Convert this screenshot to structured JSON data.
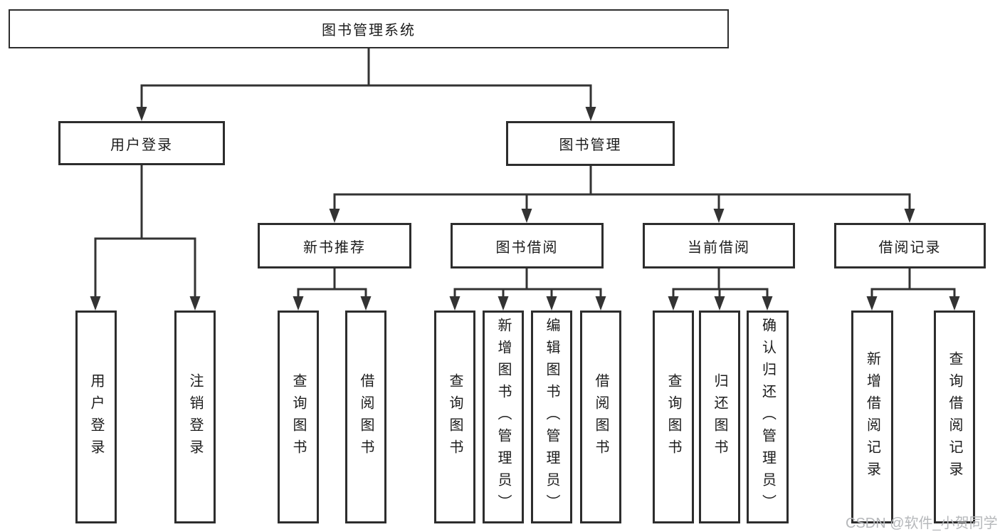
{
  "diagram": {
    "root": "图书管理系统",
    "branches": [
      {
        "label": "用户登录",
        "children": [
          "用户登录",
          "注销登录"
        ]
      },
      {
        "label": "图书管理",
        "groups": [
          {
            "label": "新书推荐",
            "children": [
              "查询图书",
              "借阅图书"
            ]
          },
          {
            "label": "图书借阅",
            "children": [
              "查询图书",
              "新增图书（管理员）",
              "编辑图书（管理员）",
              "借阅图书"
            ]
          },
          {
            "label": "当前借阅",
            "children": [
              "查询图书",
              "归还图书",
              "确认归还（管理员）"
            ]
          },
          {
            "label": "借阅记录",
            "children": [
              "新增借阅记录",
              "查询借阅记录"
            ]
          }
        ]
      }
    ]
  },
  "watermark": "CSDN @软件_小贺同学",
  "colors": {
    "line": "#333333",
    "border": "#2d2d2d",
    "text": "#1c1c1c",
    "watermark": "#b6b8bb",
    "background": "#ffffff"
  }
}
